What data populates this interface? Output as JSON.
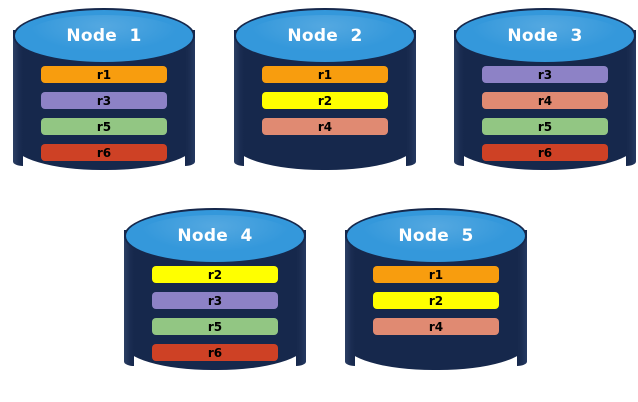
{
  "diagram": {
    "background_color": "#ffffff",
    "cylinder": {
      "top_color": "#3498db",
      "body_color": "#16284c",
      "border_color": "#16284c"
    },
    "replica_colors": {
      "r1": "#f89d0e",
      "r2": "#ffff00",
      "r3": "#8d82c6",
      "r4": "#e08a72",
      "r5": "#92c683",
      "r6": "#ce4125"
    }
  },
  "nodes": [
    {
      "id": "node-1",
      "title": "Node  1",
      "replicas": [
        {
          "label": "r1",
          "color": "#f89d0e"
        },
        {
          "label": "r3",
          "color": "#8d82c6"
        },
        {
          "label": "r5",
          "color": "#92c683"
        },
        {
          "label": "r6",
          "color": "#ce4125"
        }
      ]
    },
    {
      "id": "node-2",
      "title": "Node  2",
      "replicas": [
        {
          "label": "r1",
          "color": "#f89d0e"
        },
        {
          "label": "r2",
          "color": "#ffff00"
        },
        {
          "label": "r4",
          "color": "#e08a72"
        }
      ]
    },
    {
      "id": "node-3",
      "title": "Node  3",
      "replicas": [
        {
          "label": "r3",
          "color": "#8d82c6"
        },
        {
          "label": "r4",
          "color": "#e08a72"
        },
        {
          "label": "r5",
          "color": "#92c683"
        },
        {
          "label": "r6",
          "color": "#ce4125"
        }
      ]
    },
    {
      "id": "node-4",
      "title": "Node  4",
      "replicas": [
        {
          "label": "r2",
          "color": "#ffff00"
        },
        {
          "label": "r3",
          "color": "#8d82c6"
        },
        {
          "label": "r5",
          "color": "#92c683"
        },
        {
          "label": "r6",
          "color": "#ce4125"
        }
      ]
    },
    {
      "id": "node-5",
      "title": "Node  5",
      "replicas": [
        {
          "label": "r1",
          "color": "#f89d0e"
        },
        {
          "label": "r2",
          "color": "#ffff00"
        },
        {
          "label": "r4",
          "color": "#e08a72"
        }
      ]
    }
  ]
}
